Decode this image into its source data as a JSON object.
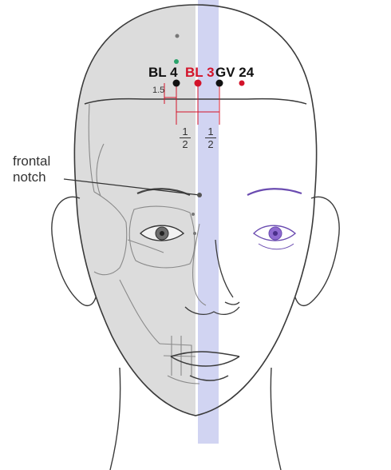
{
  "points": {
    "bl4": {
      "label": "BL 4",
      "color": "#111111"
    },
    "bl3": {
      "label": "BL 3",
      "color": "#d3132a"
    },
    "gv24": {
      "label": "GV 24",
      "color": "#111111"
    }
  },
  "landmark": {
    "line1": "frontal",
    "line2": "notch"
  },
  "measurements": {
    "lateral": "1.5",
    "half_left_num": "1",
    "half_left_den": "2",
    "half_right_num": "1",
    "half_right_den": "2"
  },
  "colors": {
    "skull_shade": "#dcdcdc",
    "midline_band": "#c9ccf0",
    "outline": "#3a3a3a",
    "eye_right": "#6a4bb0",
    "point_red": "#d3132a",
    "point_black": "#111111",
    "point_green": "#2aa36b"
  }
}
